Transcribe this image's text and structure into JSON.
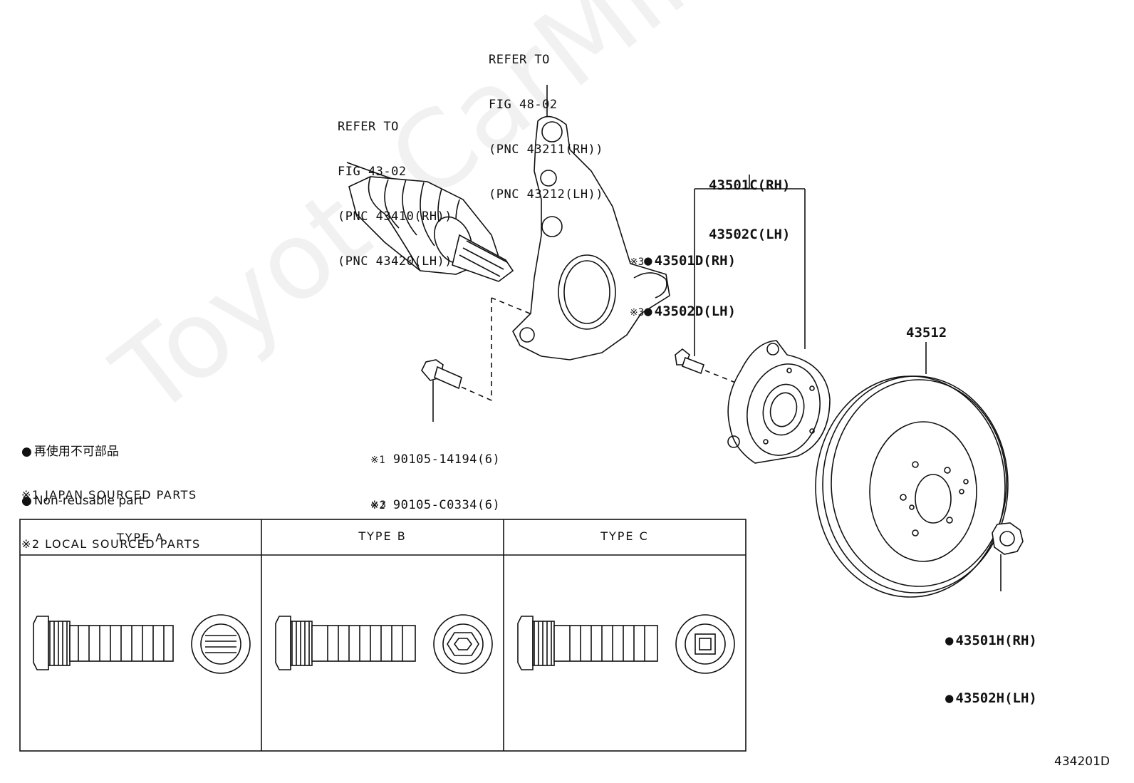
{
  "callouts": {
    "driveshaft": [
      "REFER TO",
      "FIG 43-02",
      "(PNC 43410(RH))",
      "(PNC 43420(LH))"
    ],
    "knuckle": [
      "REFER TO",
      "FIG 48-02",
      "(PNC 43211(RH))",
      "(PNC 43212(LH))"
    ],
    "hub_assembly": [
      "43501C(RH)",
      "43502C(LH)"
    ],
    "hub_bolt": [
      "43501D(RH)",
      "43502D(LH)"
    ],
    "hub_bolt_mark": "※3",
    "rotor": "43512",
    "nut": [
      "43501H(RH)",
      "43502H(LH)"
    ],
    "knuckle_bolts": [
      {
        "mark": "※1",
        "part": "90105-14194(6)"
      },
      {
        "mark": "※2",
        "part": "90105-C0334(6)"
      }
    ]
  },
  "legend": {
    "jp": "再使用不可部品",
    "en": "Non-reusable part",
    "note1": "※1 JAPAN SOURCED PARTS",
    "note2": "※2 LOCAL SOURCED PARTS"
  },
  "type_table": {
    "mark": "※3",
    "columns": [
      "TYPE A",
      "TYPE B",
      "TYPE C"
    ]
  },
  "watermark": "ToyotaCarMine.ru",
  "figure_id": "434201D"
}
